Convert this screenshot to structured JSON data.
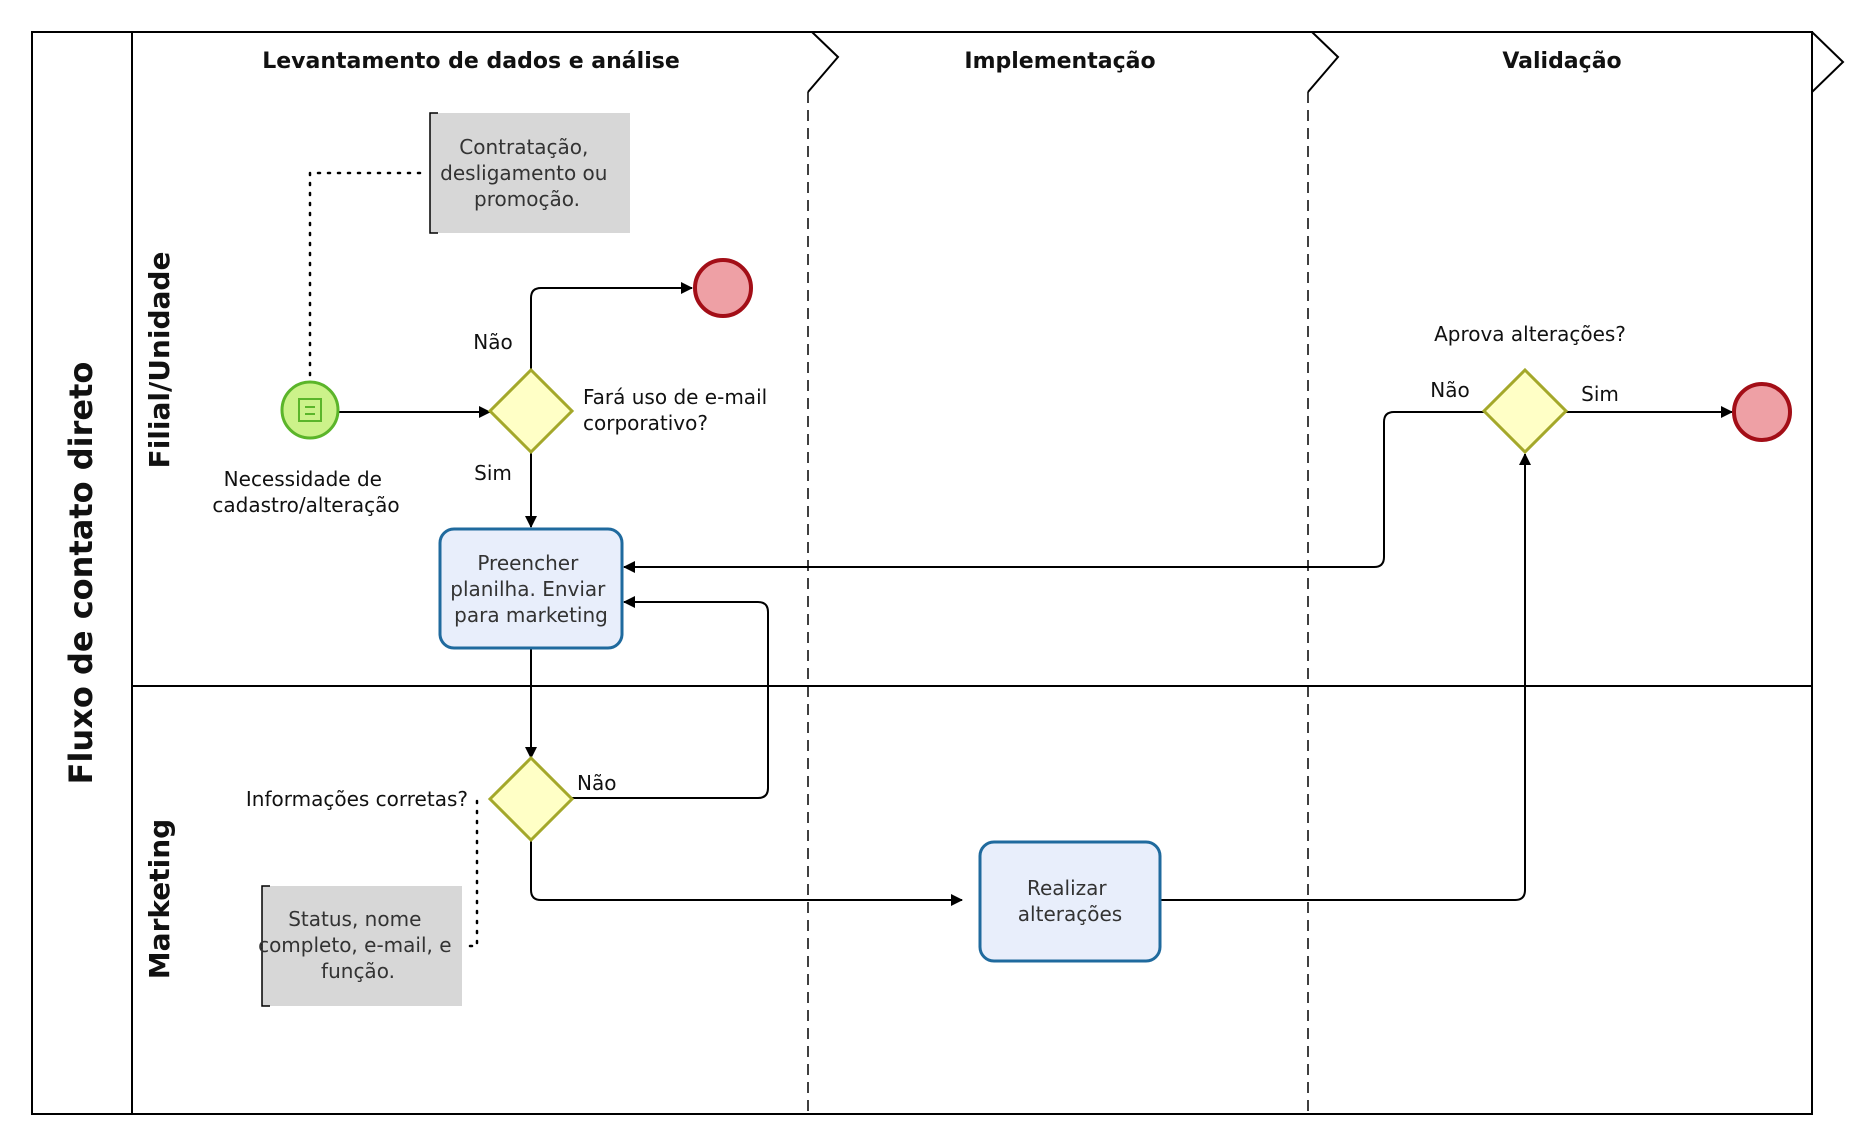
{
  "diagram": {
    "pool_title": "Fluxo de contato direto",
    "lanes": [
      "Filial/Unidade",
      "Marketing"
    ],
    "phases": [
      "Levantamento de dados e análise",
      "Implementação",
      "Validação"
    ],
    "start_event": {
      "label_lines": [
        "Necessidade de",
        "cadastro/alteração"
      ]
    },
    "annotations": {
      "top": [
        "Contratação,",
        "desligamento ou",
        "promoção."
      ],
      "bottom": [
        "Status, nome",
        "completo, e-mail, e",
        "função."
      ]
    },
    "gateways": {
      "email": {
        "question": [
          "Fará uso de e-mail",
          "corporativo?"
        ],
        "no": "Não",
        "yes": "Sim"
      },
      "info": {
        "question": "Informações corretas?",
        "no": "Não"
      },
      "approve": {
        "question": "Aprova alterações?",
        "no": "Não",
        "yes": "Sim"
      }
    },
    "tasks": {
      "fill": [
        "Preencher",
        "planilha. Enviar",
        "para marketing"
      ],
      "apply": [
        "Realizar",
        "alterações"
      ]
    }
  },
  "colors": {
    "start_fill": "#ccf28a",
    "start_stroke": "#5bb52a",
    "end_fill": "#eea0a5",
    "end_stroke": "#a30e17",
    "gateway_fill": "#ffffc6",
    "gateway_stroke": "#a4a82a",
    "task_fill": "#e8eefb",
    "task_stroke": "#1f6a9e",
    "note_fill": "#d7d7d7"
  }
}
